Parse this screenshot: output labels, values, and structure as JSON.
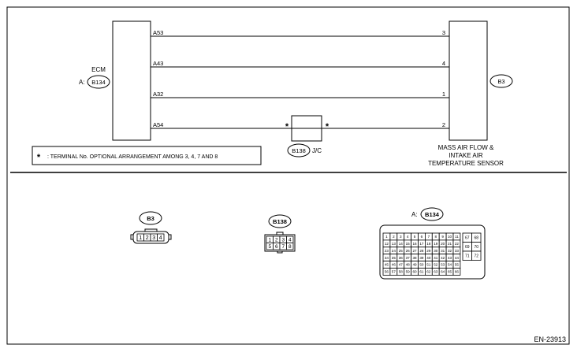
{
  "figure_id": "EN-23913",
  "ecm": {
    "name": "ECM",
    "prefix": "A:",
    "connector": "B134"
  },
  "sensor": {
    "connector": "B3",
    "name_lines": [
      "MASS AIR FLOW &",
      "INTAKE AIR",
      "TEMPERATURE SENSOR"
    ]
  },
  "jc": {
    "connector": "B138",
    "suffix": "J/C"
  },
  "wires": [
    {
      "ecm_pin": "A53",
      "sensor_pin": "3"
    },
    {
      "ecm_pin": "A43",
      "sensor_pin": "4"
    },
    {
      "ecm_pin": "A32",
      "sensor_pin": "1"
    },
    {
      "ecm_pin": "A54",
      "sensor_pin": "2"
    }
  ],
  "jc_marks": [
    "*",
    "*"
  ],
  "note": {
    "symbol": "*",
    "text": ": TERMINAL No. OPTIONAL ARRANGEMENT AMONG 3, 4, 7 AND 8"
  },
  "connector_views": {
    "b3": {
      "label": "B3",
      "pins": [
        "1",
        "2",
        "3",
        "4"
      ]
    },
    "b138": {
      "label": "B138",
      "rows": [
        [
          "1",
          "2",
          "3",
          "4"
        ],
        [
          "5",
          "6",
          "7",
          "8"
        ]
      ]
    },
    "b134": {
      "prefix": "A:",
      "label": "B134",
      "main_rows": [
        [
          "1",
          "2",
          "3",
          "4",
          "5",
          "6",
          "7",
          "8",
          "9",
          "10",
          "11"
        ],
        [
          "12",
          "13",
          "14",
          "15",
          "16",
          "17",
          "18",
          "19",
          "20",
          "21",
          "22"
        ],
        [
          "23",
          "24",
          "25",
          "26",
          "27",
          "28",
          "29",
          "30",
          "31",
          "32",
          "33"
        ],
        [
          "34",
          "35",
          "36",
          "37",
          "38",
          "39",
          "40",
          "41",
          "42",
          "43",
          "44"
        ],
        [
          "45",
          "46",
          "47",
          "48",
          "49",
          "50",
          "51",
          "52",
          "53",
          "54",
          "55"
        ],
        [
          "56",
          "57",
          "58",
          "59",
          "60",
          "61",
          "62",
          "63",
          "64",
          "65",
          "66"
        ]
      ],
      "side_rows": [
        [
          "67",
          "68"
        ],
        [
          "69",
          "70"
        ],
        [
          "71",
          "72"
        ]
      ]
    }
  }
}
